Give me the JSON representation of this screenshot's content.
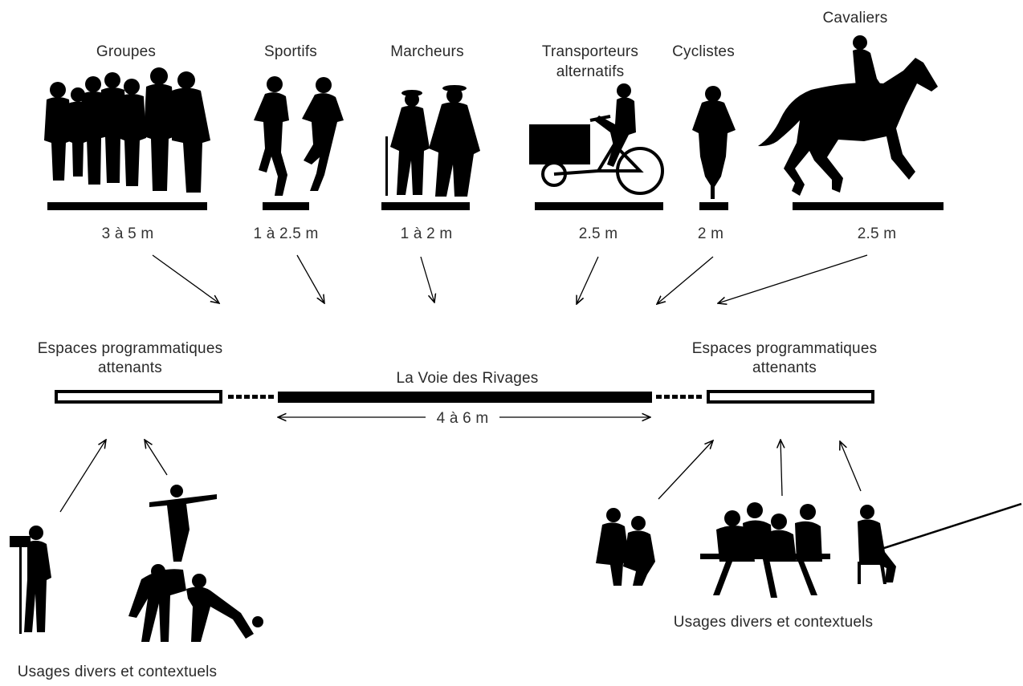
{
  "users": [
    {
      "label": "Groupes",
      "width": "3 à 5 m",
      "icon": "group-of-people-icon"
    },
    {
      "label": "Sportifs",
      "width": "1 à 2.5 m",
      "icon": "runners-icon"
    },
    {
      "label": "Marcheurs",
      "width": "1 à 2 m",
      "icon": "elderly-walkers-icon"
    },
    {
      "label_lines": [
        "Transporteurs",
        "alternatifs"
      ],
      "width": "2.5 m",
      "icon": "cargo-bike-icon"
    },
    {
      "label": "Cyclistes",
      "width": "2 m",
      "icon": "cyclist-icon"
    },
    {
      "label": "Cavaliers",
      "width": "2.5 m",
      "icon": "horse-rider-icon"
    }
  ],
  "path": {
    "center_label": "La Voie des Rivages",
    "center_width": "4 à 6 m",
    "left_space": [
      "Espaces programmatiques",
      "attenants"
    ],
    "right_space": [
      "Espaces programmatiques",
      "attenants"
    ]
  },
  "contextual": {
    "left_label": "Usages divers et contextuels",
    "right_label": "Usages divers et contextuels",
    "left_icons": [
      "photographer-icon",
      "acrobats-pyramid-icon"
    ],
    "right_icons": [
      "seated-men-icon",
      "picnic-table-icon",
      "seated-person-icon"
    ]
  },
  "colors": {
    "ink": "#000000",
    "text": "#2a2a2a",
    "background": "#ffffff"
  }
}
